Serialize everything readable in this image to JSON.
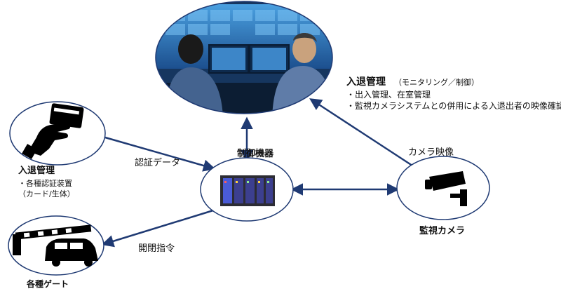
{
  "monitoring": {
    "title": "入退管理",
    "subtitle": "（モニタリング／制御）",
    "items": [
      "・出入管理、在室管理",
      "・監視カメラシステムとの併用による入退出者の映像確認"
    ]
  },
  "access_control": {
    "title": "入退管理",
    "items": [
      "・各種認証装置",
      "（カード/生体）"
    ]
  },
  "controller": {
    "label": "制御機器"
  },
  "camera": {
    "label": "監視カメラ"
  },
  "gate": {
    "label": "各種ゲート"
  },
  "edges": {
    "auth_data": "認証データ",
    "camera_video": "カメラ映像",
    "open_close_command": "開閉指令"
  },
  "colors": {
    "node_border": "#1f3a73",
    "arrow": "#1f3a73",
    "monitor_bg": "#1e4f8a",
    "icon": "#000000"
  },
  "icons": {
    "card_node": "hand-card-icon",
    "camera_node": "security-camera-icon",
    "gate_node": "barrier-car-icon",
    "controller_node": "plc-controller-icon",
    "monitoring_node": "control-room-photo"
  }
}
